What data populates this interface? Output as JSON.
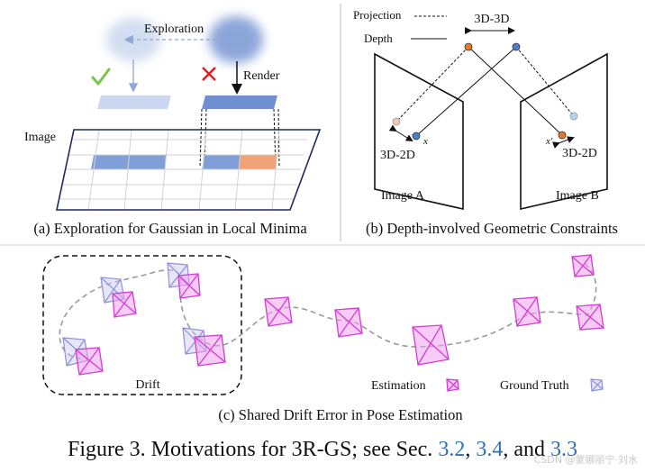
{
  "panel_a": {
    "exploration": "Exploration",
    "render": "Render",
    "image": "Image",
    "caption": "(a) Exploration for Gaussian in Local Minima",
    "check_icon": "check-icon",
    "cross_icon": "cross-icon"
  },
  "panel_b": {
    "projection": "Projection",
    "depth": "Depth",
    "top_label": "3D-3D",
    "left_label": "3D-2D",
    "right_label": "3D-2D",
    "x_left": "x",
    "x_right": "x'",
    "image_a": "Image A",
    "image_b": "Image B",
    "caption": "(b) Depth-involved Geometric Constraints"
  },
  "panel_c": {
    "drift": "Drift",
    "estimation": "Estimation",
    "ground_truth": "Ground Truth",
    "caption": "(c) Shared Drift Error in Pose Estimation"
  },
  "figure_caption": {
    "prefix": "Figure 3. Motivations for 3R-GS; see Sec. ",
    "ref1": "3.2",
    "sep1": ", ",
    "ref2": "3.4",
    "sep2": ", and ",
    "ref3": "3.3"
  },
  "watermark": "CSDN @蒙娜丽宁·刘水",
  "colors": {
    "estimation": "#e040e0",
    "ground_truth": "#8f8fd8",
    "blue_gaussian": "#7f9fd6",
    "orange": "#f0a276",
    "check": "#7cc34a",
    "cross": "#e02020",
    "ref_link": "#2f6fb3"
  }
}
